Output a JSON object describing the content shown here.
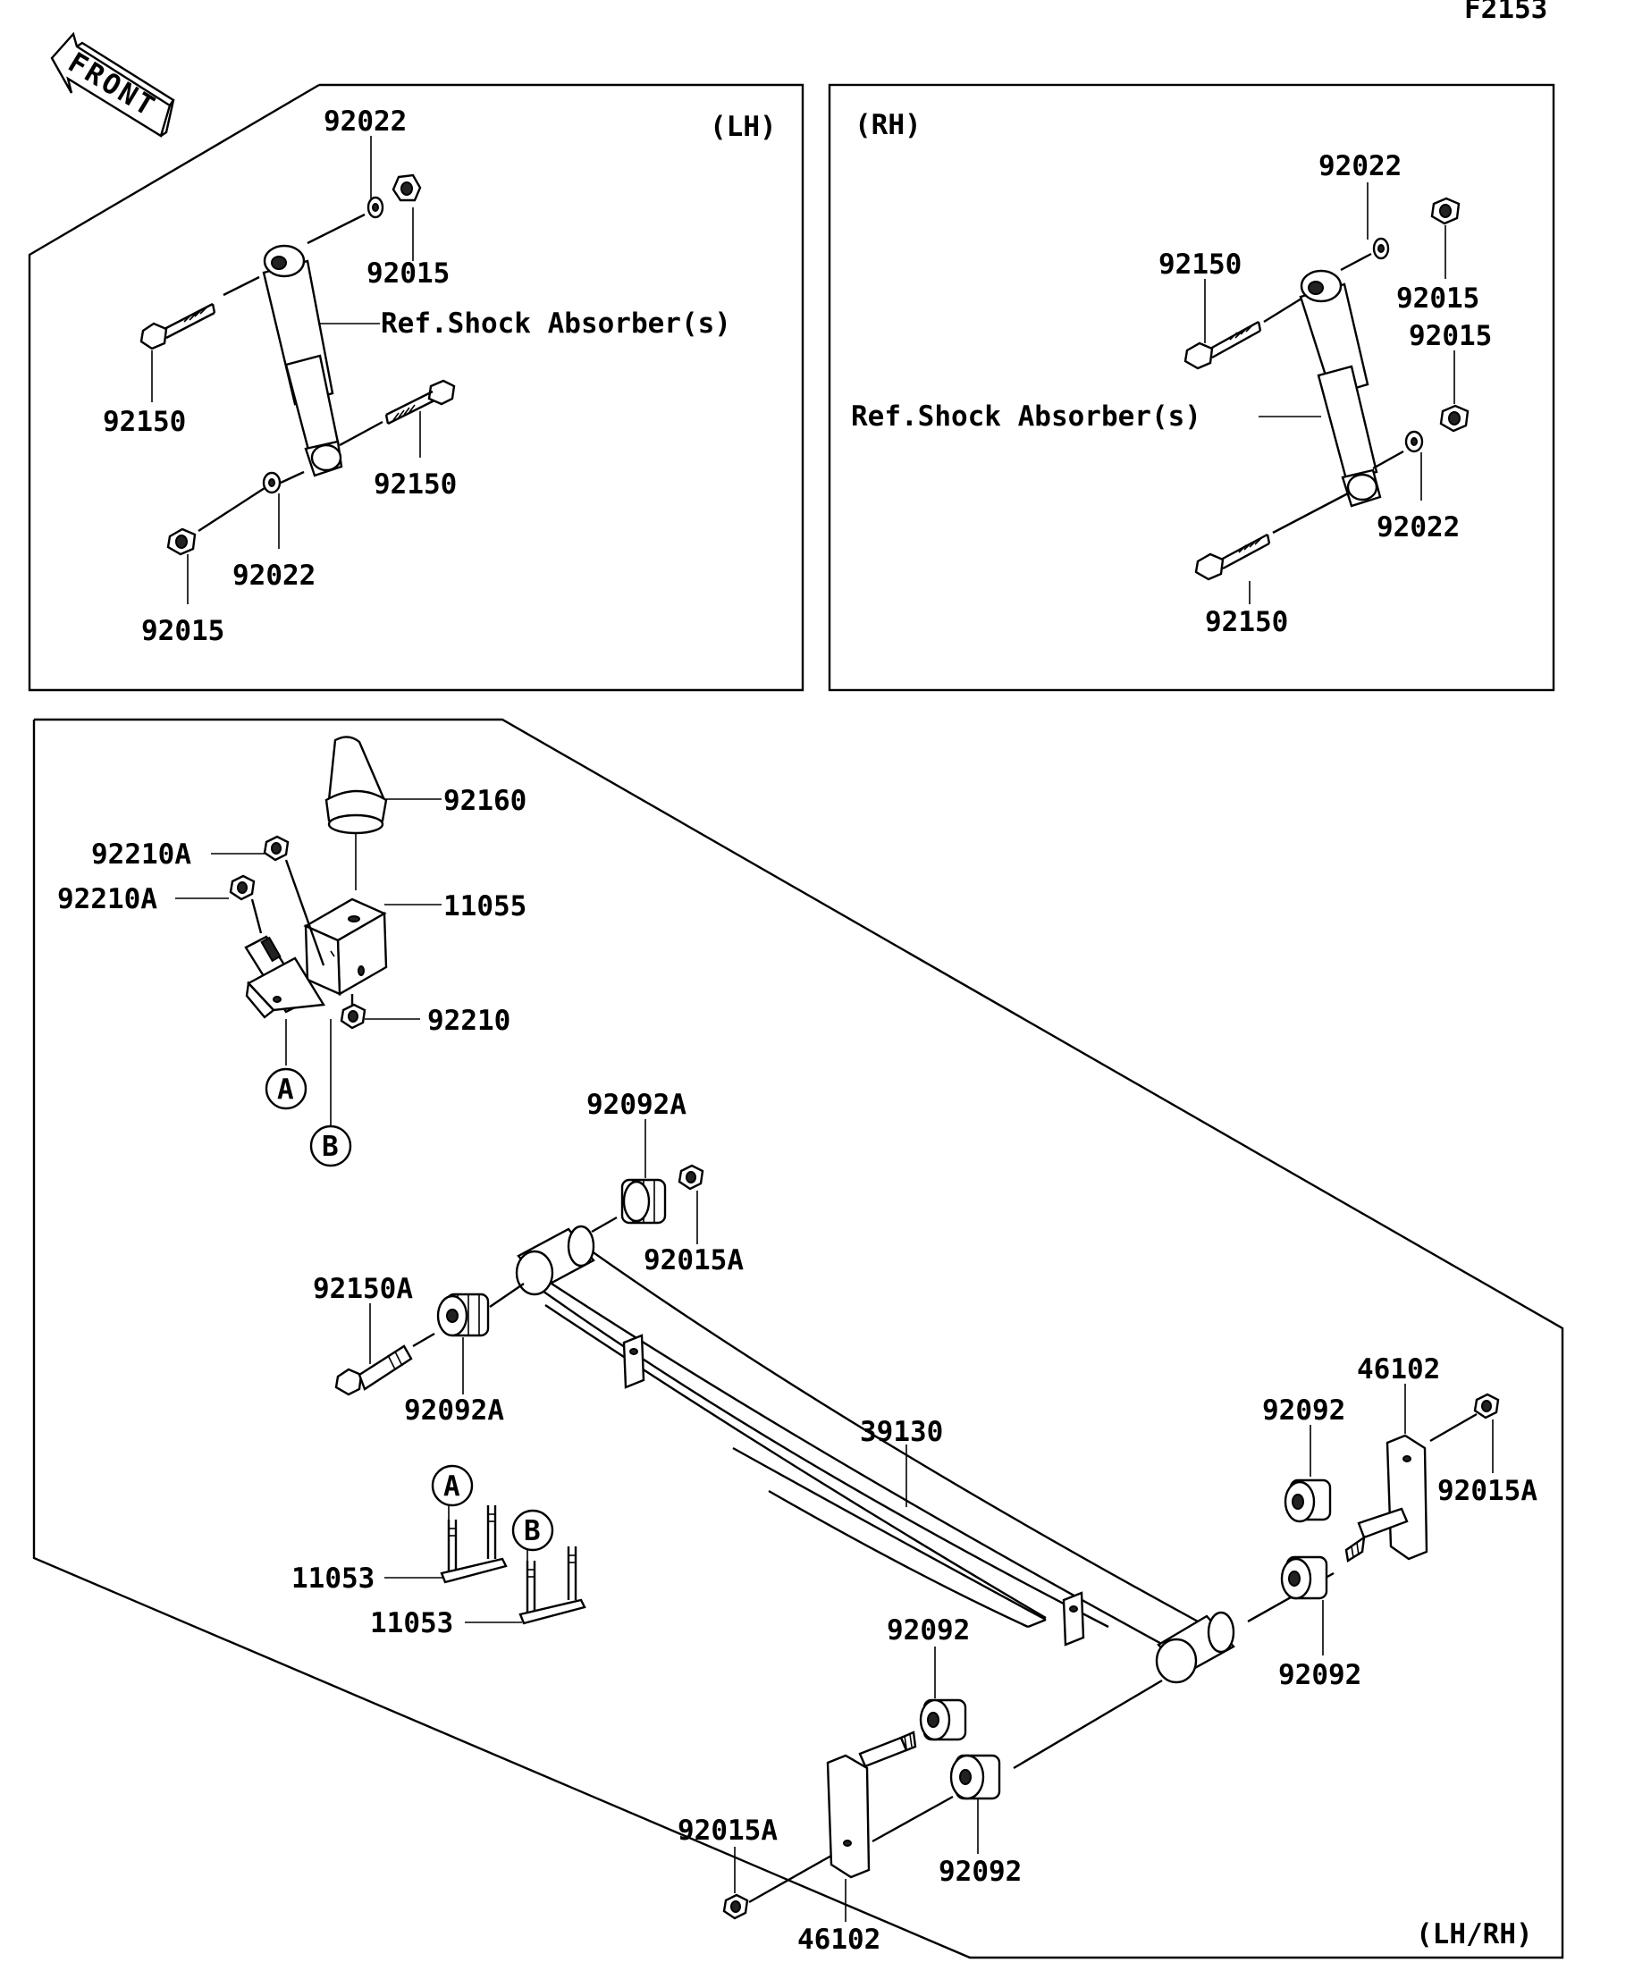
{
  "figure_id": "F2153",
  "front_label": "FRONT",
  "panels": {
    "lh": "(LH)",
    "rh": "(RH)",
    "bottom": "(LH/RH)"
  },
  "ref_shock_absorber": "Ref.Shock Absorber(s)",
  "callouts": {
    "lh_92022_top": "92022",
    "lh_92015_top": "92015",
    "lh_92150_left": "92150",
    "lh_92150_right": "92150",
    "lh_92022_bottom": "92022",
    "lh_92015_bottom": "92015",
    "rh_92022_top": "92022",
    "rh_92150_top": "92150",
    "rh_92015_top": "92015",
    "rh_92015_mid": "92015",
    "rh_92022_bottom": "92022",
    "rh_92150_bottom": "92150",
    "p_92160": "92160",
    "p_92210A_1": "92210A",
    "p_92210A_2": "92210A",
    "p_11055": "11055",
    "p_92210": "92210",
    "p_92092A_top": "92092A",
    "p_92015A_top": "92015A",
    "p_92150A": "92150A",
    "p_92092A_bottom": "92092A",
    "p_39130": "39130",
    "p_46102_right": "46102",
    "p_92092_right_top": "92092",
    "p_92015A_right": "92015A",
    "p_92092_right_bottom": "92092",
    "p_11053_1": "11053",
    "p_11053_2": "11053",
    "p_92092_mid": "92092",
    "p_92015A_bottom": "92015A",
    "p_92092_bottom": "92092",
    "p_46102_bottom": "46102"
  },
  "markers": {
    "a_top": "A",
    "b_top": "B",
    "a_bottom": "A",
    "b_bottom": "B"
  }
}
